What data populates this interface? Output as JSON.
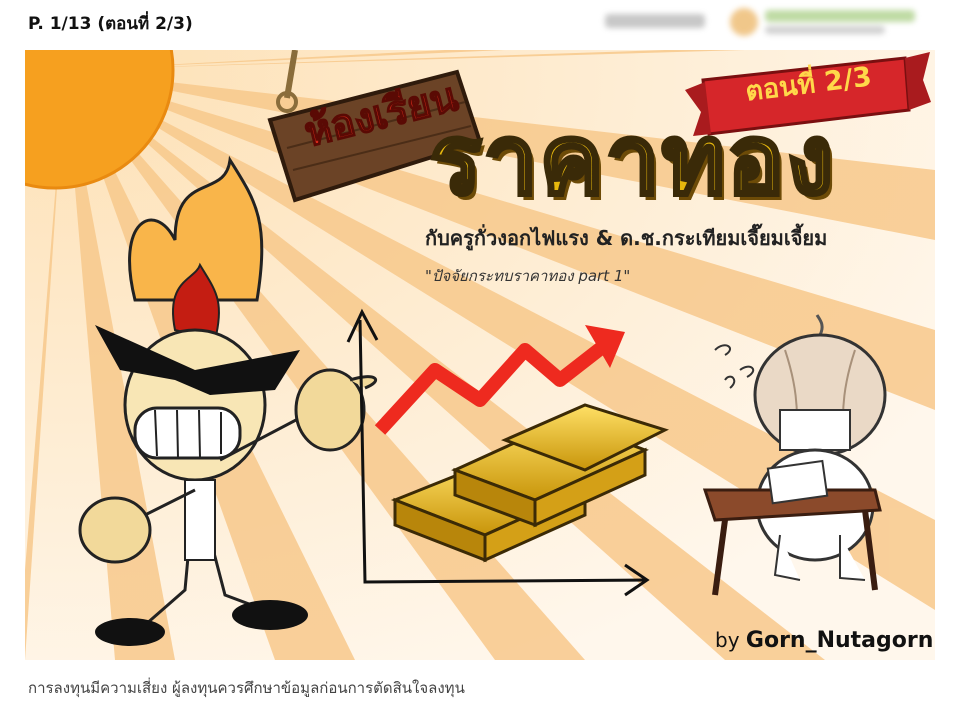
{
  "header": {
    "page_label": "P. 1/13 (ตอนที่ 2/3)"
  },
  "banner": {
    "room_sign": "ห้องเรียน",
    "title": "ราคาทอง",
    "episode_ribbon": "ตอนที่ 2/3",
    "subtitle": "กับครูกั่วงอกไฟแรง & ด.ช.กระเทียมเจี๊ยมเจี้ยม",
    "quote": "\"ปัจจัยกระทบราคาทอง part 1\"",
    "credit_prefix": "by",
    "credit_name": "Gorn_Nutagorn"
  },
  "footer": {
    "disclaimer": "การลงทุนมีความเสี่ยง ผู้ลงทุนควรศึกษาข้อมูลก่อนการตัดสินใจลงทุน"
  },
  "colors": {
    "sun": "#f6a01f",
    "gold": "#e7b80d",
    "ribbon": "#d6262a",
    "arrow": "#ee2a1f",
    "board": "#6b4326"
  },
  "icons": [
    "sun-icon",
    "gold-bars-icon",
    "rising-arrow-icon",
    "garlic-character-icon",
    "chicken-teacher-icon"
  ]
}
